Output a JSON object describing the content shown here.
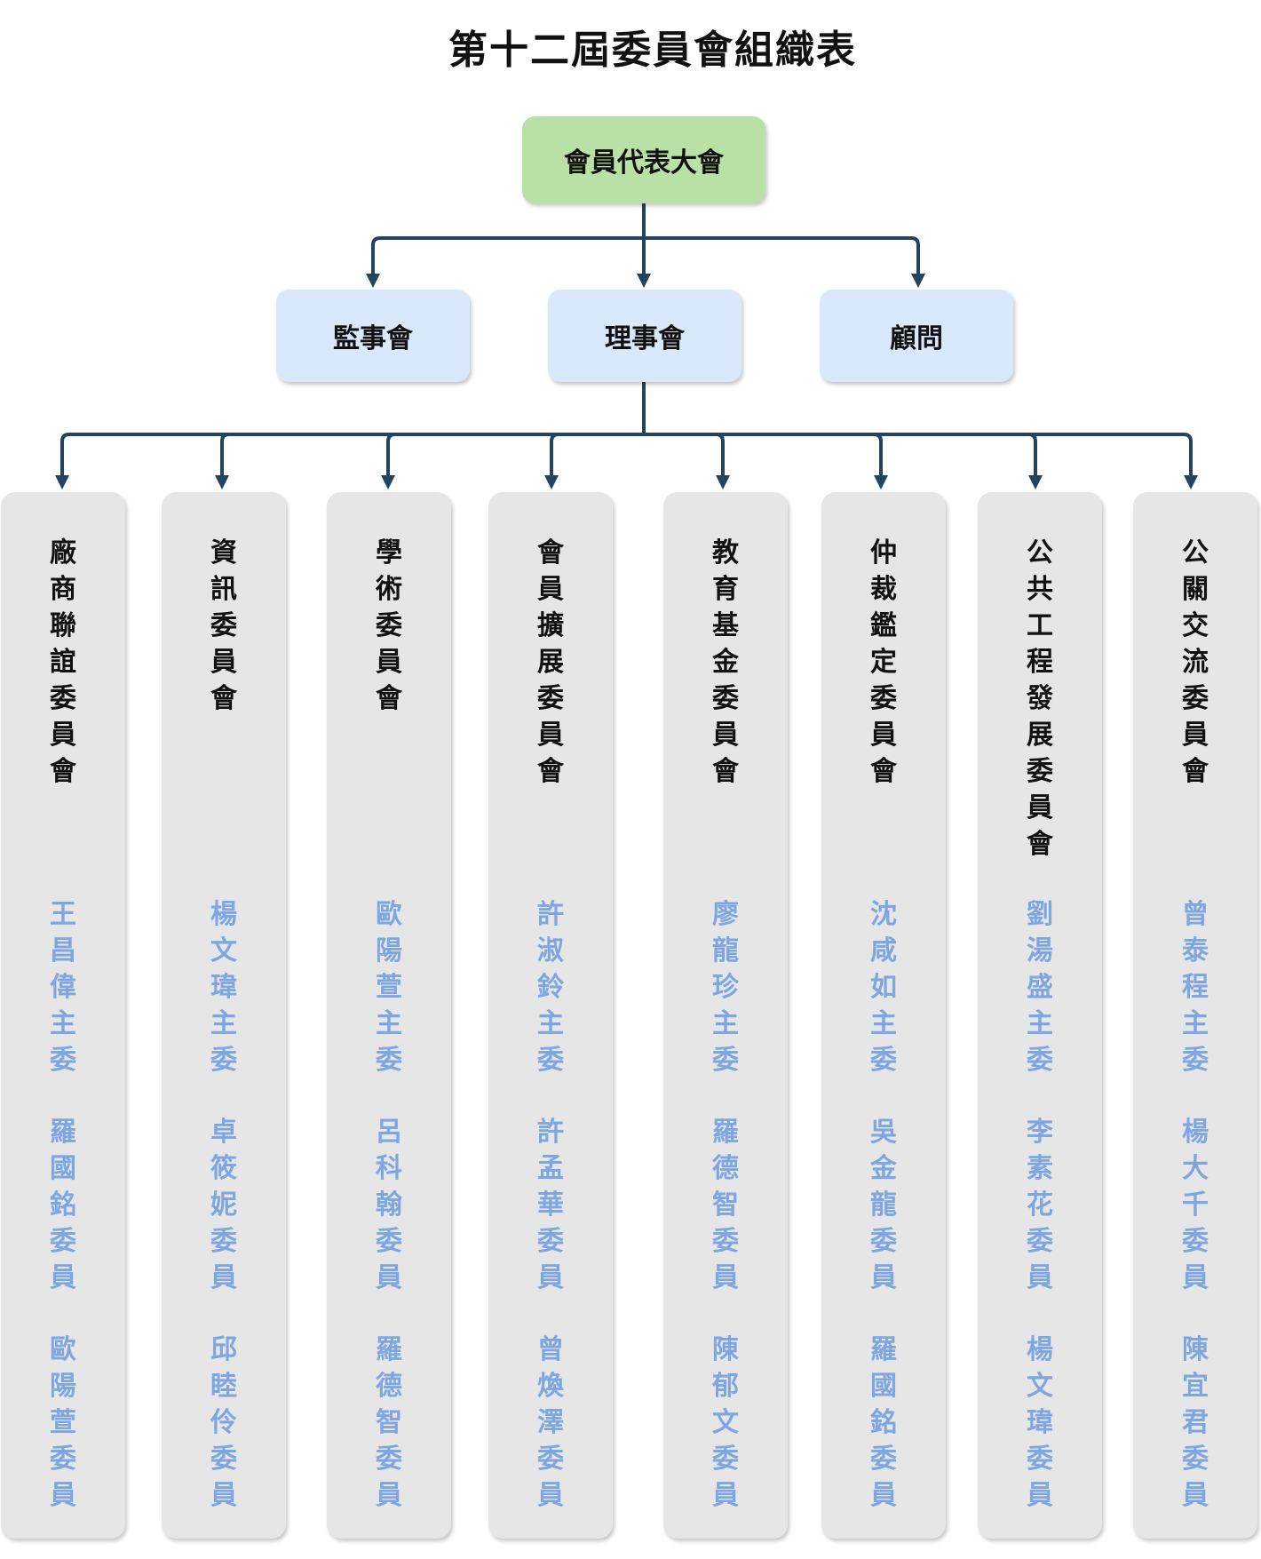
{
  "title": "第十二屆委員會組織表",
  "root": "會員代表大會",
  "level2": [
    "監事會",
    "理事會",
    "顧問"
  ],
  "committees": [
    {
      "name": "廠商聯誼委員會",
      "members": [
        "王昌偉主委",
        "羅國銘委員",
        "歐陽萱委員"
      ]
    },
    {
      "name": "資訊委員會",
      "members": [
        "楊文瑋主委",
        "卓筱妮委員",
        "邱睦伶委員"
      ]
    },
    {
      "name": "學術委員會",
      "members": [
        "歐陽萱主委",
        "呂科翰委員",
        "羅德智委員"
      ]
    },
    {
      "name": "會員擴展委員會",
      "members": [
        "許淑鈴主委",
        "許孟華委員",
        "曾煥澤委員"
      ]
    },
    {
      "name": "教育基金委員會",
      "members": [
        "廖龍珍主委",
        "羅德智委員",
        "陳郁文委員"
      ]
    },
    {
      "name": "仲裁鑑定委員會",
      "members": [
        "沈咸如主委",
        "吳金龍委員",
        "羅國銘委員"
      ]
    },
    {
      "name": "公共工程發展委員會",
      "members": [
        "劉湯盛主委",
        "李素花委員",
        "楊文瑋委員"
      ]
    },
    {
      "name": "公關交流委員會",
      "members": [
        "曾泰程主委",
        "楊大千委員",
        "陳宜君委員"
      ]
    }
  ],
  "colors": {
    "root_fill": "#b9e0a5",
    "level2_fill": "#dae8fc",
    "committee_fill": "#e6e6e6",
    "member_text": "#7ea6e0",
    "connector": "#23445d"
  }
}
